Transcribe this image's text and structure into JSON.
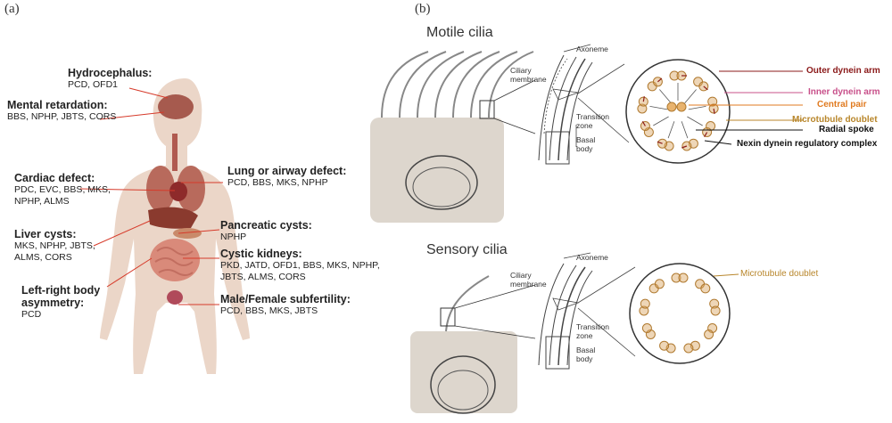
{
  "panels": {
    "a": "(a)",
    "b": "(b)"
  },
  "conditions": [
    {
      "id": "hydrocephalus",
      "title": "Hydrocephalus:",
      "genes": [
        "PCD, OFD1"
      ]
    },
    {
      "id": "mental",
      "title": "Mental retardation:",
      "genes": [
        "BBS, NPHP, JBTS, CORS"
      ]
    },
    {
      "id": "cardiac",
      "title": "Cardiac defect:",
      "genes": [
        "PDC, EVC, BBS, MKS,",
        "NPHP, ALMS"
      ]
    },
    {
      "id": "liver",
      "title": "Liver cysts:",
      "genes": [
        "MKS, NPHP, JBTS,",
        "ALMS, CORS"
      ]
    },
    {
      "id": "leftright",
      "title": "Left-right body",
      "title2": "asymmetry:",
      "genes": [
        "PCD"
      ]
    },
    {
      "id": "lung",
      "title": "Lung or airway defect:",
      "genes": [
        "PCD, BBS, MKS, NPHP"
      ]
    },
    {
      "id": "pancreatic",
      "title": "Pancreatic cysts:",
      "genes": [
        "NPHP"
      ]
    },
    {
      "id": "kidney",
      "title": "Cystic kidneys:",
      "genes": [
        "PKD, JATD, OFD1, BBS, MKS, NPHP,",
        "JBTS, ALMS, CORS"
      ]
    },
    {
      "id": "fertility",
      "title": "Male/Female subfertility:",
      "genes": [
        "PCD, BBS, MKS, JBTS"
      ]
    }
  ],
  "motile": {
    "title": "Motile cilia",
    "axoneme": "Axoneme",
    "membrane": [
      "Ciliary",
      "membrane"
    ],
    "transition": [
      "Transition",
      "zone"
    ],
    "basal": [
      "Basal",
      "body"
    ],
    "legend": [
      {
        "text": "Outer dynein arm",
        "color": "#8b1a1a"
      },
      {
        "text": "Inner dynein arm",
        "color": "#c8508a"
      },
      {
        "text": "Central pair",
        "color": "#e07a1f"
      },
      {
        "text": "Microtubule doublet",
        "color": "#b8862b"
      },
      {
        "text": "Radial spoke",
        "color": "#111111"
      },
      {
        "text": "Nexin dynein regulatory complex",
        "color": "#111111"
      }
    ]
  },
  "sensory": {
    "title": "Sensory cilia",
    "axoneme": "Axoneme",
    "membrane": [
      "Ciliary",
      "membrane"
    ],
    "transition": [
      "Transition",
      "zone"
    ],
    "basal": [
      "Basal",
      "body"
    ],
    "legend": [
      {
        "text": "Microtubule doublet",
        "color": "#b8862b"
      }
    ]
  },
  "colors": {
    "body": "#e9d2c2",
    "organ": "#b85a4a",
    "cell": "#ddd6cd",
    "doublet": "#d9a360"
  }
}
